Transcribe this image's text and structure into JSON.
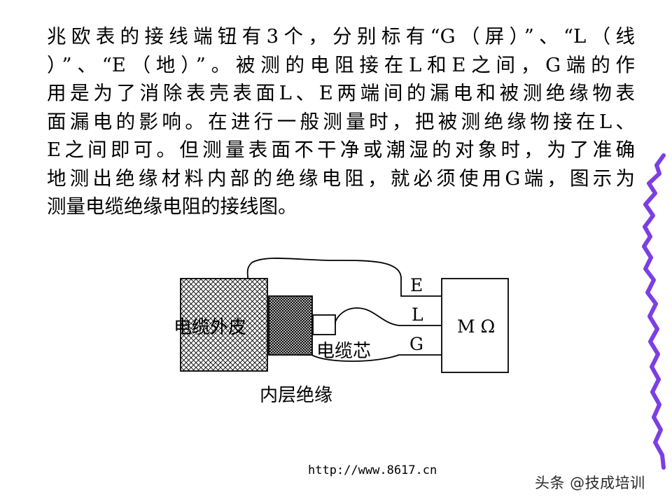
{
  "paragraph": {
    "lines": [
      "兆欧表的接线端钮有3个，分别标有“G（屏）”、“L（线",
      "）”、“E（地）”。被测的电阻接在L和E之间，G端的作",
      "用是为了消除表壳表面L、E两端间的漏电和被测绝缘物表",
      "面漏电的影响。在进行一般测量时，把被测绝缘物接在L、",
      "E之间即可。但测量表面不干净或潮湿的对象时，为了准确",
      "地测出绝缘材料内部的绝缘电阻，就必须使用G端，图示为",
      "测量电缆绝缘电阻的接线图。"
    ]
  },
  "diagram": {
    "cable_sheath_label": "电缆外皮",
    "cable_core_label": "电缆芯",
    "inner_insulation_label": "内层绝缘",
    "meter_label": "M Ω",
    "terminals": {
      "e": "E",
      "l": "L",
      "g": "G"
    }
  },
  "footer": {
    "url": "http://www.8617.cn",
    "watermark": "头条 @技成培训"
  },
  "colors": {
    "text": "#000000",
    "decoration_zigzag": "#7b3fe4",
    "background": "#ffffff"
  }
}
